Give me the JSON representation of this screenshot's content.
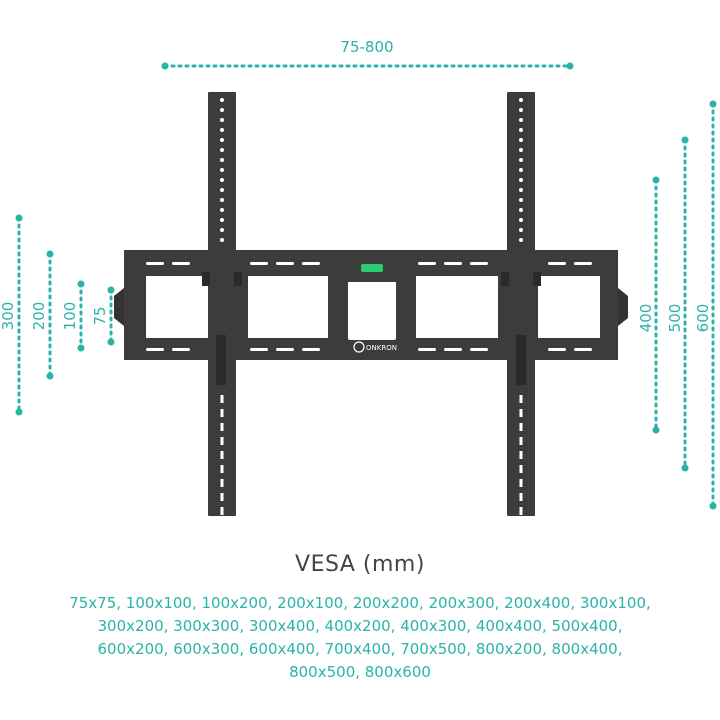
{
  "dimensions": {
    "width_range": "75-800",
    "left_heights": [
      "300",
      "200",
      "100",
      "75"
    ],
    "right_heights": [
      "400",
      "500",
      "600"
    ]
  },
  "brand": "ONKRON",
  "vesa": {
    "title": "VESA (mm)",
    "lines": [
      "75x75, 100x100, 100x200, 200x100, 200x200, 200x300, 200x400, 300x100,",
      "300x200, 300x300, 300x400, 400x200, 400x300, 400x400, 500x400,",
      "600x200, 600x300, 600x400, 700x400, 700x500, 800x200, 800x400,",
      "800x500, 800x600"
    ]
  },
  "colors": {
    "accent": "#2bb3a8",
    "mount": "#3c3c3c",
    "level": "#2ecc71"
  }
}
